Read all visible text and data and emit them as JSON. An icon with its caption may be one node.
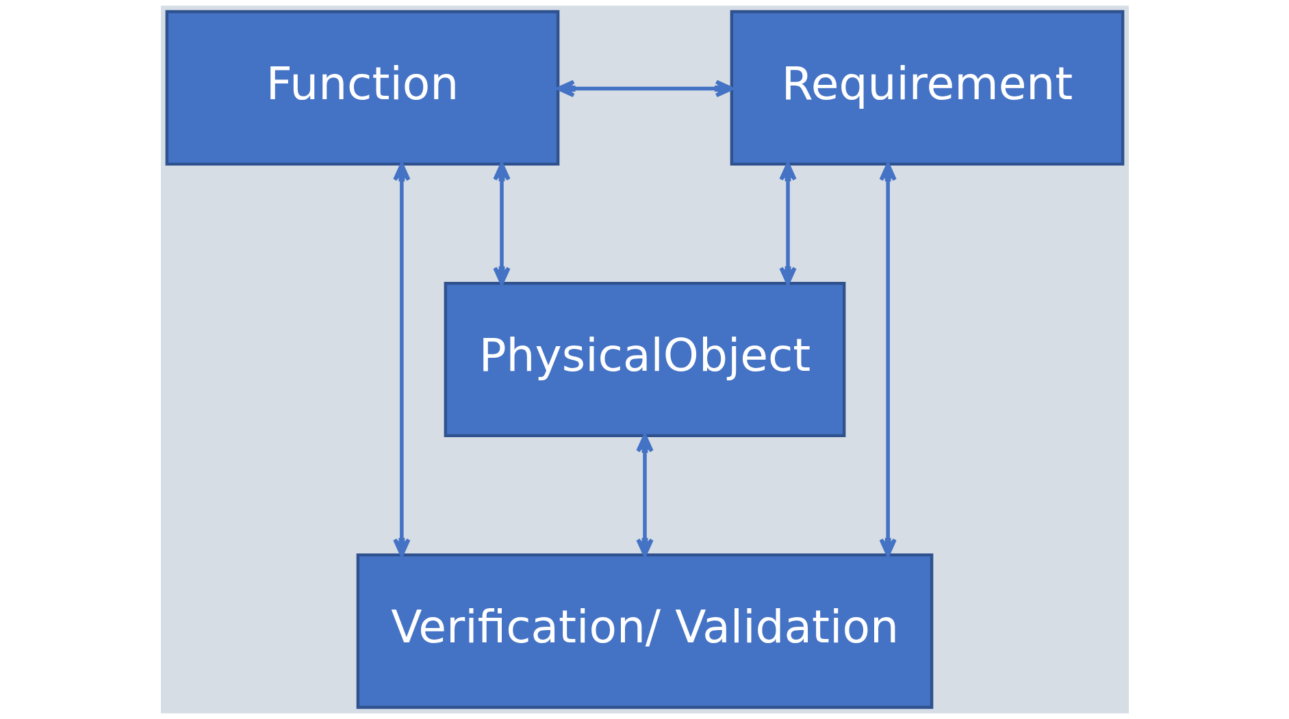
{
  "diagram": {
    "nodes": [
      {
        "text": [
          "Function"
        ]
      },
      {
        "text": [
          "Requirement"
        ]
      },
      {
        "text": [
          "PhysicalObject"
        ]
      },
      {
        "text": [
          "Verification/ Validation"
        ]
      }
    ],
    "edges": [
      {
        "from": 0,
        "to": 1,
        "arrow": "both"
      },
      {
        "from": 0,
        "to": 2,
        "arrow": "both"
      },
      {
        "from": 1,
        "to": 2,
        "arrow": "both"
      },
      {
        "from": 2,
        "to": 3,
        "arrow": "both"
      },
      {
        "from": 0,
        "to": 3,
        "arrow": "both"
      },
      {
        "from": 1,
        "to": 3,
        "arrow": "both"
      }
    ]
  }
}
